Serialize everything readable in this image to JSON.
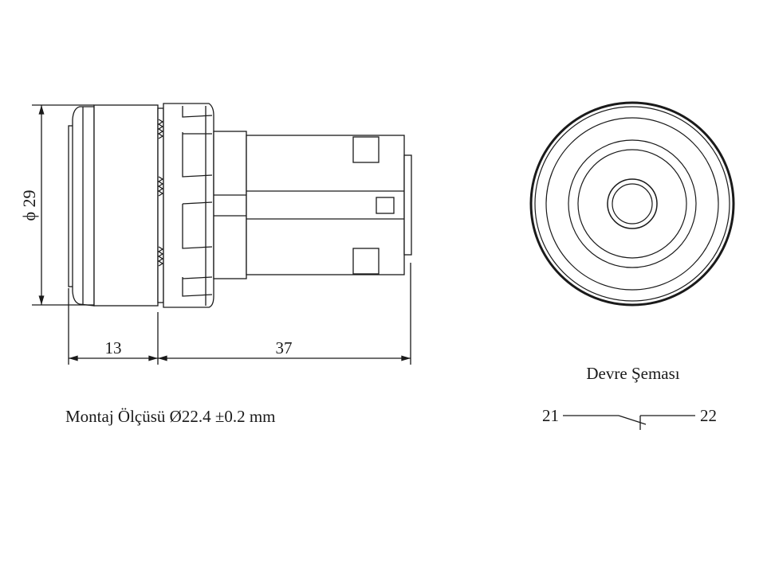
{
  "dimensions": {
    "diameter_label": "ϕ 29",
    "front_depth_label": "13",
    "body_length_label": "37"
  },
  "mounting_note": "Montaj Ölçüsü Ø22.4 ±0.2 mm",
  "circuit": {
    "title": "Devre Şeması",
    "terminal_left": "21",
    "terminal_right": "22"
  },
  "colors": {
    "line": "#1a1a1a",
    "background": "#ffffff"
  }
}
